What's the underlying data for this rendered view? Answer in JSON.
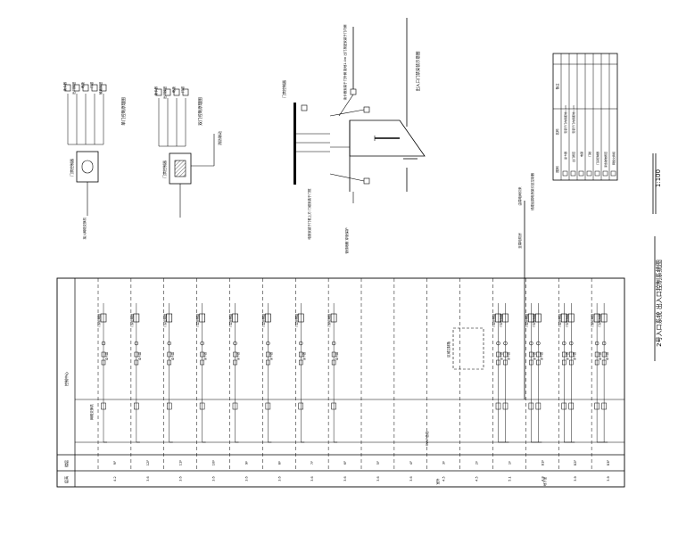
{
  "drawing": {
    "title": "2号入口系统 出入口控制系统图",
    "scale": "1:100"
  },
  "legend": {
    "header_symbol": "图例",
    "header_name": "名称",
    "header_remark": "备注",
    "rows": [
      {
        "name": "读卡器",
        "remark": "安装于门内侧距地1.4m"
      },
      {
        "name": "出门按钮",
        "remark": "安装于门内侧距地1.4m"
      },
      {
        "name": "电锁",
        "remark": ""
      },
      {
        "name": "门磁",
        "remark": ""
      },
      {
        "name": "门禁控制器",
        "remark": ""
      },
      {
        "name": "紧急破玻按钮",
        "remark": ""
      },
      {
        "name": "网络交换机",
        "remark": ""
      }
    ]
  },
  "detail_single_door": {
    "title": "单门控制原理图",
    "controller": "门禁控制器",
    "bottom_note": "接入网络交换机",
    "devices": [
      "读卡器",
      "出门按钮",
      "电锁",
      "门磁",
      "破玻按钮"
    ]
  },
  "detail_double_door": {
    "title": "双门控制原理图",
    "controller": "门禁控制器",
    "side_label": "消防联动",
    "devices": [
      "读卡器",
      "出门按钮",
      "电锁",
      "门磁"
    ]
  },
  "door_elevation": {
    "title": "出入口门禁安装示意图",
    "left_label": "门禁控制器",
    "note_top": "读卡器安装于门外侧 距地1.4m 出门按钮安装于门内侧",
    "note_bottom_left": "电锁安装于门框上方 门磁安装于门框",
    "note_bottom": "管线暗敷 穿管保护",
    "note_right": "线缆经弱电桥架引至控制器"
  },
  "riser": {
    "left_header": "楼层",
    "left_subheader": "层高",
    "top_label": "控制中心",
    "trunk_label": "网络交换机",
    "feed_label": "至弱电机房",
    "feed_note": "由弱电间引来",
    "bus_label": "RVVP总线",
    "floors": [
      {
        "name": "RF",
        "height": "4.2",
        "devices": 1
      },
      {
        "name": "12F",
        "height": "3.6",
        "devices": 1
      },
      {
        "name": "11F",
        "height": "3.6",
        "devices": 1
      },
      {
        "name": "10F",
        "height": "3.6",
        "devices": 1
      },
      {
        "name": "9F",
        "height": "3.6",
        "devices": 1
      },
      {
        "name": "8F",
        "height": "3.6",
        "devices": 1
      },
      {
        "name": "7F",
        "height": "3.6",
        "devices": 1
      },
      {
        "name": "6F",
        "height": "3.6",
        "devices": 1
      },
      {
        "name": "5F",
        "height": "3.6",
        "devices": 0
      },
      {
        "name": "4F",
        "height": "3.6",
        "devices": 0
      },
      {
        "name": "3F",
        "height": "4.5",
        "devices": 0
      },
      {
        "name": "2F",
        "height": "4.5",
        "devices": 0
      },
      {
        "name": "1F",
        "height": "5.1",
        "devices": 2
      },
      {
        "name": "B1F",
        "height": "4.8",
        "devices": 2
      },
      {
        "name": "B2F",
        "height": "3.9",
        "devices": 2
      },
      {
        "name": "B3F",
        "height": "3.9",
        "devices": 2
      }
    ],
    "device_label": "门禁控制器",
    "reader_label": "读卡器",
    "control_box_label": "区域控制箱",
    "bottom_label_1": "室外",
    "bottom_label_2": "地下室"
  }
}
